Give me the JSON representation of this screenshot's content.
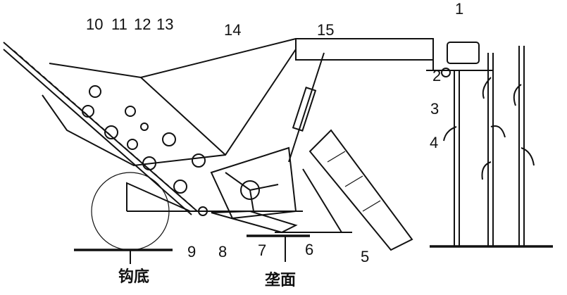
{
  "diagram": {
    "part_numbers": [
      "1",
      "2",
      "3",
      "4",
      "5",
      "6",
      "7",
      "8",
      "9",
      "10",
      "11",
      "12",
      "13",
      "14",
      "15"
    ],
    "ground_labels": {
      "furrow_bottom": "钩底",
      "ridge_surface": "垄面"
    },
    "colors": {
      "ink": "#111111",
      "background": "#ffffff"
    }
  }
}
